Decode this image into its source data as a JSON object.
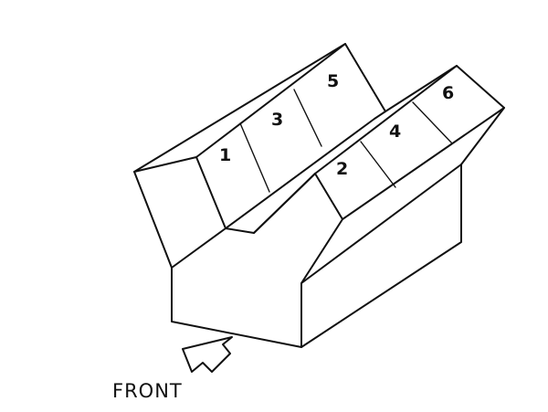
{
  "diagram": {
    "cylinder_labels": {
      "c1": "1",
      "c2": "2",
      "c3": "3",
      "c4": "4",
      "c5": "5",
      "c6": "6"
    },
    "direction_label": "FRONT",
    "line_color": "#111111",
    "background_color": "#ffffff",
    "arrow_icon": "direction-arrow-icon"
  }
}
